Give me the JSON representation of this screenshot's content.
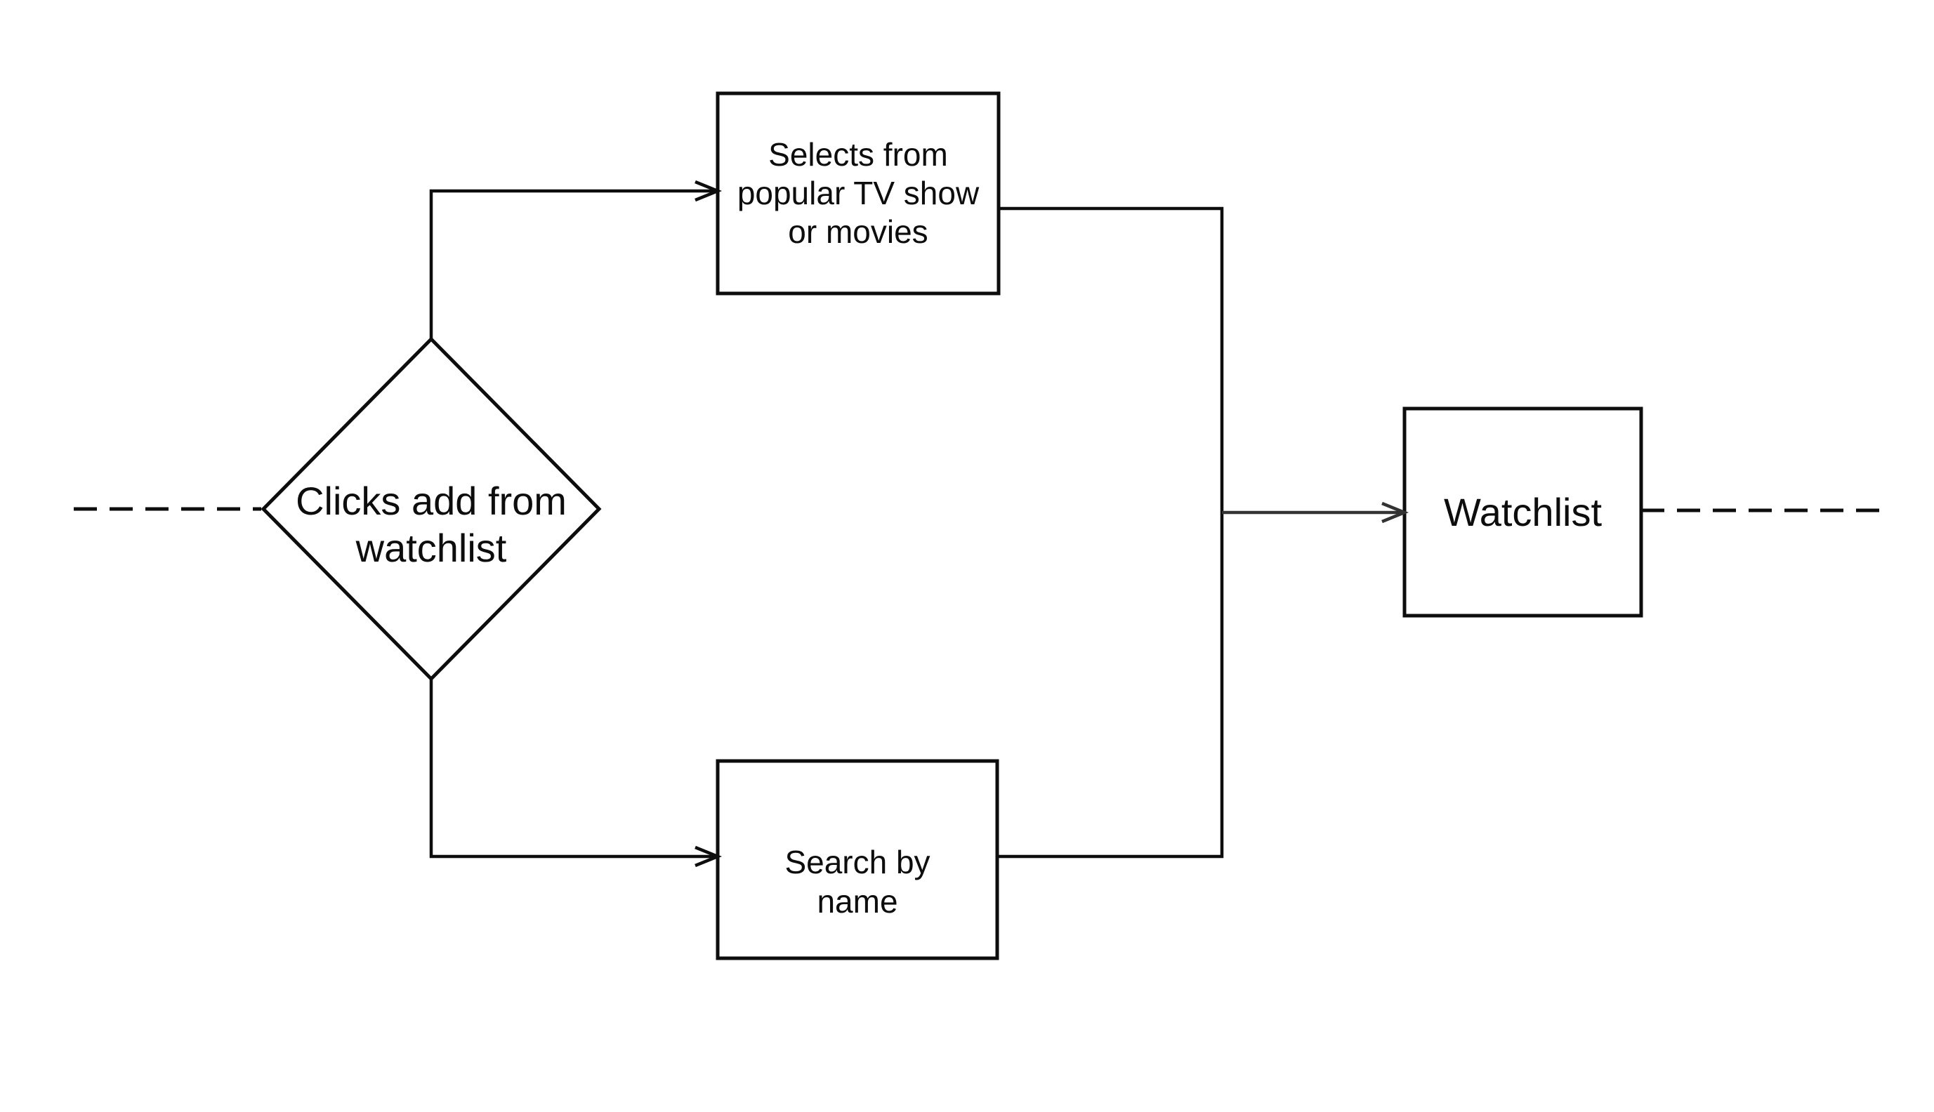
{
  "nodes": {
    "decision": {
      "label": "Clicks add from\nwatchlist",
      "shape": "diamond"
    },
    "popular": {
      "label": "Selects from\npopular TV show\nor movies",
      "shape": "rectangle"
    },
    "search": {
      "label": "Search by\nname",
      "shape": "rectangle"
    },
    "watchlist": {
      "label": "Watchlist",
      "shape": "rectangle"
    }
  },
  "connectors": {
    "incoming_style": "dashed",
    "outgoing_style": "dashed"
  },
  "colors": {
    "background": "#ffffff",
    "line": "#0d0d0d",
    "merge_arrow": "#333333",
    "text": "#0d0d0d"
  }
}
